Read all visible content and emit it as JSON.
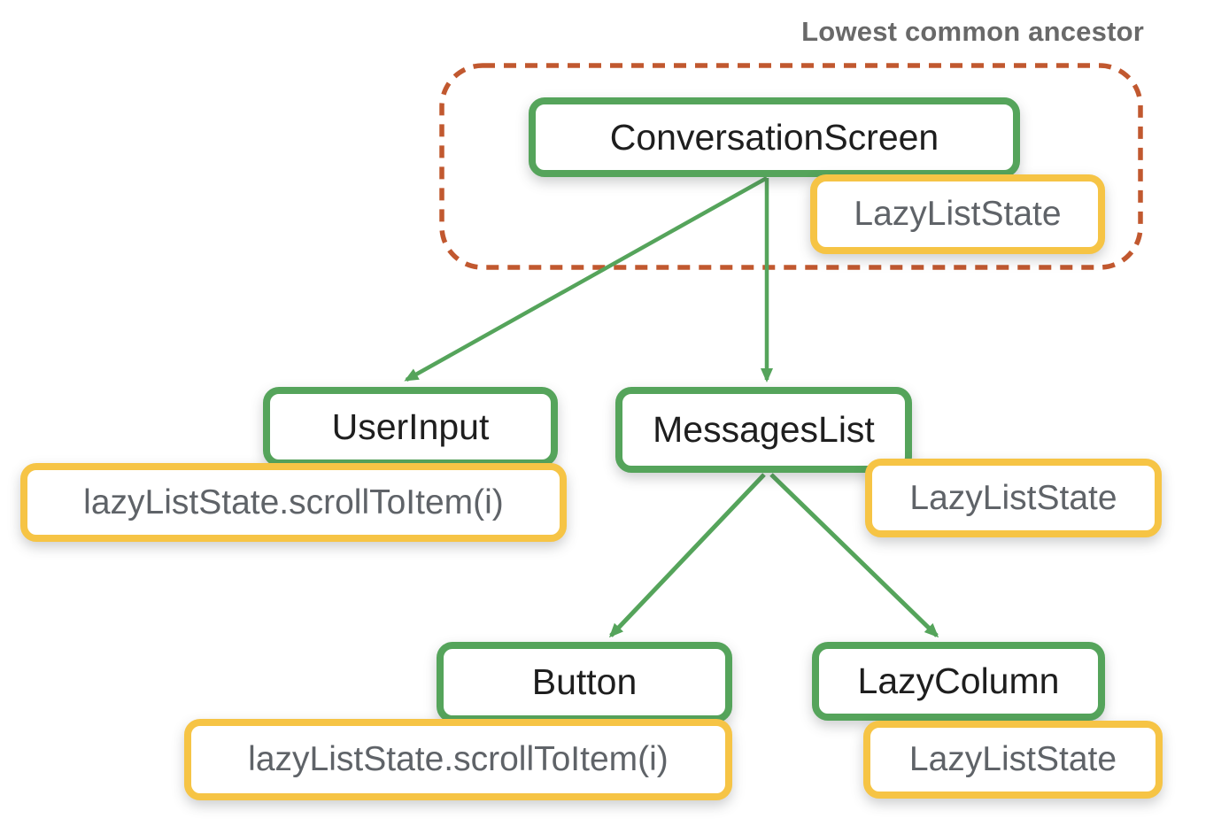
{
  "annotation": {
    "label": "Lowest common ancestor"
  },
  "colors": {
    "green": "#55A45B",
    "yellow": "#F6C445",
    "orange": "#C1582F",
    "node_text": "#1e1e1e",
    "state_text": "#5f6368",
    "annotation_text": "#696969",
    "background": "#ffffff"
  },
  "tree": {
    "lowest_common_ancestor": "ConversationScreen",
    "nodes": [
      {
        "id": "conversation-screen",
        "label": "ConversationScreen",
        "kind": "composable"
      },
      {
        "id": "user-input",
        "label": "UserInput",
        "kind": "composable"
      },
      {
        "id": "messages-list",
        "label": "MessagesList",
        "kind": "composable"
      },
      {
        "id": "button",
        "label": "Button",
        "kind": "composable"
      },
      {
        "id": "lazy-column",
        "label": "LazyColumn",
        "kind": "composable"
      }
    ],
    "states": [
      {
        "attached_to": "conversation-screen",
        "label": "LazyListState"
      },
      {
        "attached_to": "user-input",
        "label": "lazyListState.scrollToItem(i)"
      },
      {
        "attached_to": "messages-list",
        "label": "LazyListState"
      },
      {
        "attached_to": "button",
        "label": "lazyListState.scrollToItem(i)"
      },
      {
        "attached_to": "lazy-column",
        "label": "LazyListState"
      }
    ],
    "edges": [
      {
        "from": "conversation-screen",
        "to": "user-input"
      },
      {
        "from": "conversation-screen",
        "to": "messages-list"
      },
      {
        "from": "messages-list",
        "to": "button"
      },
      {
        "from": "messages-list",
        "to": "lazy-column"
      }
    ]
  }
}
